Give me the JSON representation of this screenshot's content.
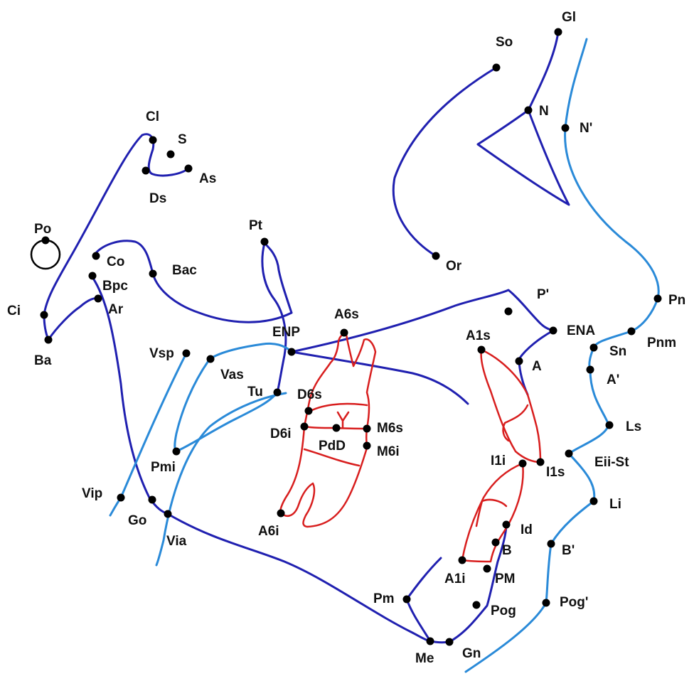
{
  "colors": {
    "skeletal": "#2020b0",
    "soft_tissue": "#2a8ad8",
    "teeth": "#d81e1e",
    "points": "#000000",
    "labels": "#111111"
  },
  "landmarks": {
    "Gl": "Gl",
    "So": "So",
    "N": "N",
    "N_prime": "N'",
    "Cl": "Cl",
    "S": "S",
    "As": "As",
    "Ds": "Ds",
    "Po": "Po",
    "Co": "Co",
    "Bpc": "Bpc",
    "Ar": "Ar",
    "Bac": "Bac",
    "Ci": "Ci",
    "Ba": "Ba",
    "Pt": "Pt",
    "Or": "Or",
    "Pn": "Pn",
    "Pnm": "Pnm",
    "P_prime": "P'",
    "ENA": "ENA",
    "Sn": "Sn",
    "A_prime": "A'",
    "ENP": "ENP",
    "A6s": "A6s",
    "A1s": "A1s",
    "A": "A",
    "Vsp": "Vsp",
    "Vas": "Vas",
    "Tu": "Tu",
    "D6s": "D6s",
    "D6i": "D6i",
    "PdD": "PdD",
    "M6s": "M6s",
    "M6i": "M6i",
    "Ls": "Ls",
    "Eii_St": "Eii-St",
    "I1i": "I1i",
    "I1s": "I1s",
    "Pmi": "Pmi",
    "Vip": "Vip",
    "Go": "Go",
    "Via": "Via",
    "A6i": "A6i",
    "Li": "Li",
    "Id": "Id",
    "B": "B",
    "B_prime": "B'",
    "A1i": "A1i",
    "PM": "PM",
    "Pm": "Pm",
    "Pog": "Pog",
    "Pog_prime": "Pog'",
    "Me": "Me",
    "Gn": "Gn"
  }
}
